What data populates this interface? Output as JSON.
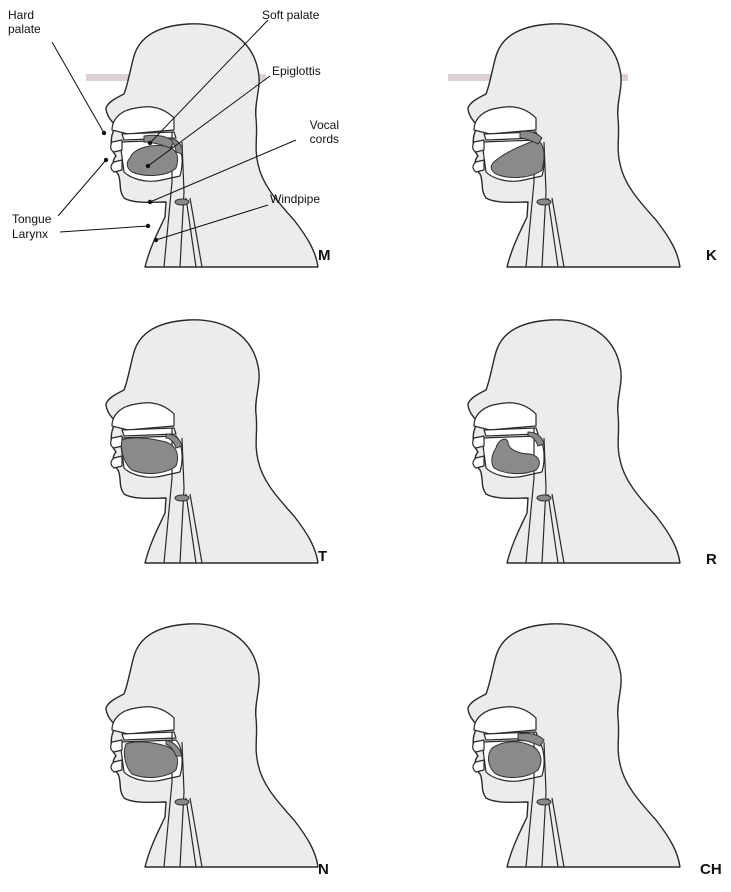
{
  "panels": [
    {
      "letter": "M",
      "tongue_shape": "M"
    },
    {
      "letter": "K",
      "tongue_shape": "K"
    },
    {
      "letter": "T",
      "tongue_shape": "T"
    },
    {
      "letter": "R",
      "tongue_shape": "R"
    },
    {
      "letter": "N",
      "tongue_shape": "N"
    },
    {
      "letter": "CH",
      "tongue_shape": "CH"
    }
  ],
  "labels": {
    "hard_palate": "Hard\npalate",
    "soft_palate": "Soft palate",
    "epiglottis": "Epiglottis",
    "vocal_cords": "Vocal\ncords",
    "windpipe": "Windpipe",
    "tongue": "Tongue",
    "larynx": "Larynx"
  },
  "colors": {
    "skin": "#ececec",
    "organ": "#8a8a8a",
    "outline": "#2a2a2a"
  }
}
